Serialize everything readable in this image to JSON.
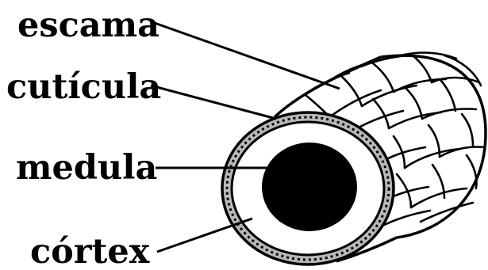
{
  "labels": {
    "escama": "escama",
    "cuticula": "cutícula",
    "medula": "medula",
    "cortex": "córtex"
  },
  "colors": {
    "ink": "#000000",
    "background": "#ffffff",
    "cuticle_fill": "#b8b8b8"
  }
}
